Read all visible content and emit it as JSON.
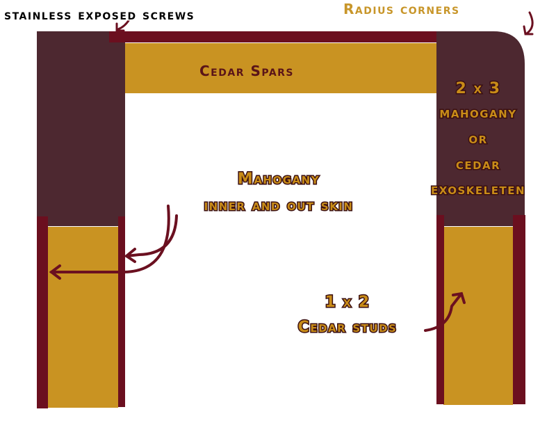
{
  "labels": {
    "stainless_screws": "stainless exposed screws",
    "radius_corners": "Radius corners",
    "cedar_spars": "Cedar Spars",
    "mahogany_skin_1": "Mahogany",
    "mahogany_skin_2": "inner and out skin",
    "exoskeleton_1": "2 x 3",
    "exoskeleton_2": "mahogany",
    "exoskeleton_3": "or",
    "exoskeleton_4": "cedar",
    "exoskeleton_5": "exoskeleten",
    "studs_1": "1 x 2",
    "studs_2": "Cedar studs"
  },
  "colors": {
    "mahogany_exoskeleton": "#4d2830",
    "cedar": "#c99322",
    "skin": "#6b0f1f",
    "arrow": "#6b1020",
    "label_fill": "#c88c18",
    "label_outline": "#3a0f12"
  }
}
